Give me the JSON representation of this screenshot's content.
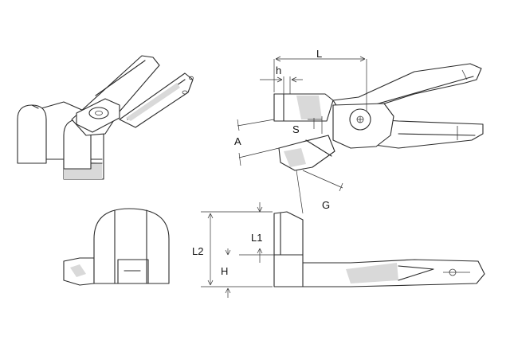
{
  "labels": {
    "L": "L",
    "h": "h",
    "S": "S",
    "A": "A",
    "G": "G",
    "L1": "L1",
    "L2": "L2",
    "H": "H"
  }
}
